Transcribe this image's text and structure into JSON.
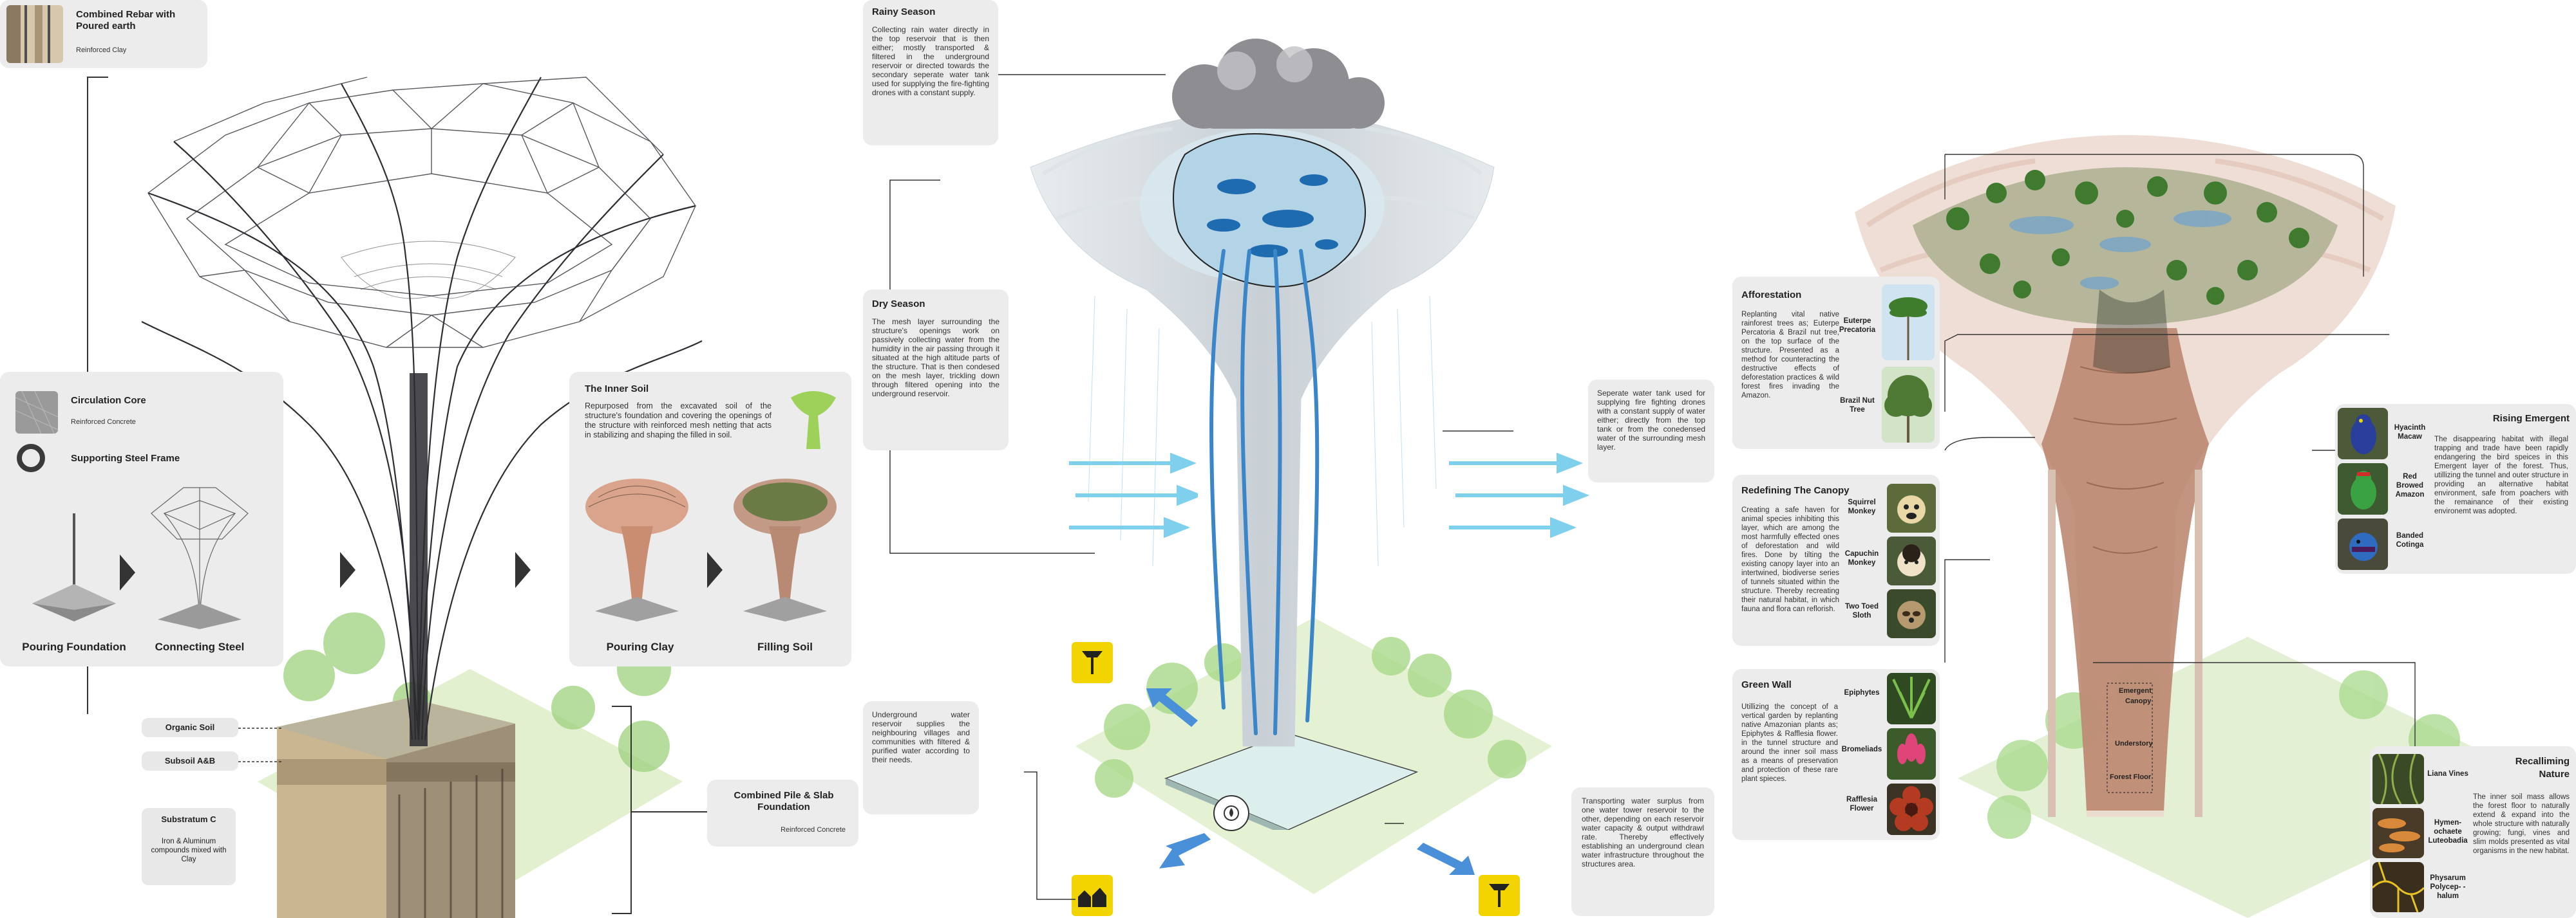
{
  "left": {
    "rebar_title": "Combined Rebar with Poured earth",
    "rebar_sub": "Reinforced Clay",
    "core_title": "Circulation Core",
    "core_sub": "Reinforced Concrete",
    "frame_title": "Supporting Steel Frame",
    "stage1": "Pouring Foundation",
    "stage2": "Connecting Steel",
    "inner_soil_title": "The Inner Soil",
    "inner_soil_text": "Repurposed from the excavated soil of the structure's foundation and covering the openings of the structure with reinforced mesh netting that acts in stabilizing and shaping the filled in soil.",
    "stage3": "Pouring Clay",
    "stage4": "Filling Soil",
    "organic_soil": "Organic Soil",
    "subsoil": "Subsoil A&B",
    "substratum_title": "Substratum C",
    "substratum_text": "Iron & Aluminum compounds mixed with Clay",
    "foundation_title": "Combined Pile & Slab Foundation",
    "foundation_sub": "Reinforced Concrete"
  },
  "middle": {
    "rainy_title": "Rainy Season",
    "rainy_text": "Collecting rain water directly in the top reservoir that is then either; mostly transported & filtered in the underground reservoir or directed towards the secondary seperate water tank used for supplying the fire-fighting drones with a constant supply.",
    "dry_title": "Dry Season",
    "dry_text": "The mesh layer surrounding the structure's openings work on passively collecting water from the humidity in the air passing through it situated at the high altitude parts of the structure. That is then condesed on the mesh layer, trickling down through filtered opening into the underground reservoir.",
    "tank_text": "Seperate water tank used for supplying fire fighting drones with a constant supply of water either; directly from the top tank or from the conedensed water of the surrounding mesh layer.",
    "underground_text": "Underground water reservoir supplies the neighbouring villages and communities with filtered & purified water according to their needs.",
    "transport_text": "Transporting water surplus from one water tower reservoir to the other, depending on each reservoir water capacity & output withdrawl rate. Thereby effectively establishing an underground clean water infrastructure throughout the structures area."
  },
  "right": {
    "aff_title": "Afforestation",
    "aff_text": "Replanting vital native rainforest trees as; Euterpe Percatoria & Brazil nut tree, on the top surface of the structure. Presented as a method for counteracting the destructive effects of deforestation practices & wild forest fires invading the Amazon.",
    "sp_euterpe": "Euterpe Precatoria",
    "sp_brazil": "Brazil Nut Tree",
    "canopy_title": "Redefining The Canopy",
    "canopy_text": "Creating a safe haven for animal species inhibiting this layer, which are among the most harmfully effected ones of deforestation and wild fires. Done by tilting the existing canopy layer into an intertwined, biodiverse series of tunnels situated within the structure. Thereby recreating their natural habitat, in which fauna and flora can reflorish.",
    "sp_squirrel": "Squirrel Monkey",
    "sp_capuchin": "Capuchin Monkey",
    "sp_sloth": "Two Toed Sloth",
    "green_title": "Green Wall",
    "green_text": "Utillizing the concept of a vertical garden by replanting native Amazonian plants as; Epiphytes & Rafflesia flower. in the tunnel structure and around the inner soil mass as a means of preservation and protection of these rare plant spieces.",
    "sp_epiphytes": "Epiphytes",
    "sp_bromeliads": "Bromeliads",
    "sp_rafflesia": "Rafflesia Flower",
    "rising_title": "Rising Emergent",
    "rising_text": "The disappearing habitat with illegal trapping and trade have been rapidly endangering the bird speices in this Emergent layer of the forest. Thus, utillizing the tunnel and outer structure in providing an alternative habitat environment, safe from poachers with the remainance of their existing environemt was adopted.",
    "sp_macaw": "Hyacinth Macaw",
    "sp_amazon": "Red Browed Amazon",
    "sp_cotinga": "Banded Cotinga",
    "reclaim_title": "Recalliming Nature",
    "reclaim_text": "The inner soil mass allows the forest floor to naturally extend & expand into the whole structure with naturally growing; fungi, vines and slim molds presented as vital organisms in the new habitat.",
    "sp_liana": "Liana Vines",
    "sp_hymen": "Hymen- ochaete Luteobadia",
    "sp_physarum": "Physarum Polycep- -halum",
    "layer_emergent": "Emergent",
    "layer_canopy": "Canopy",
    "layer_understory": "Understory",
    "layer_floor": "Forest Floor"
  }
}
